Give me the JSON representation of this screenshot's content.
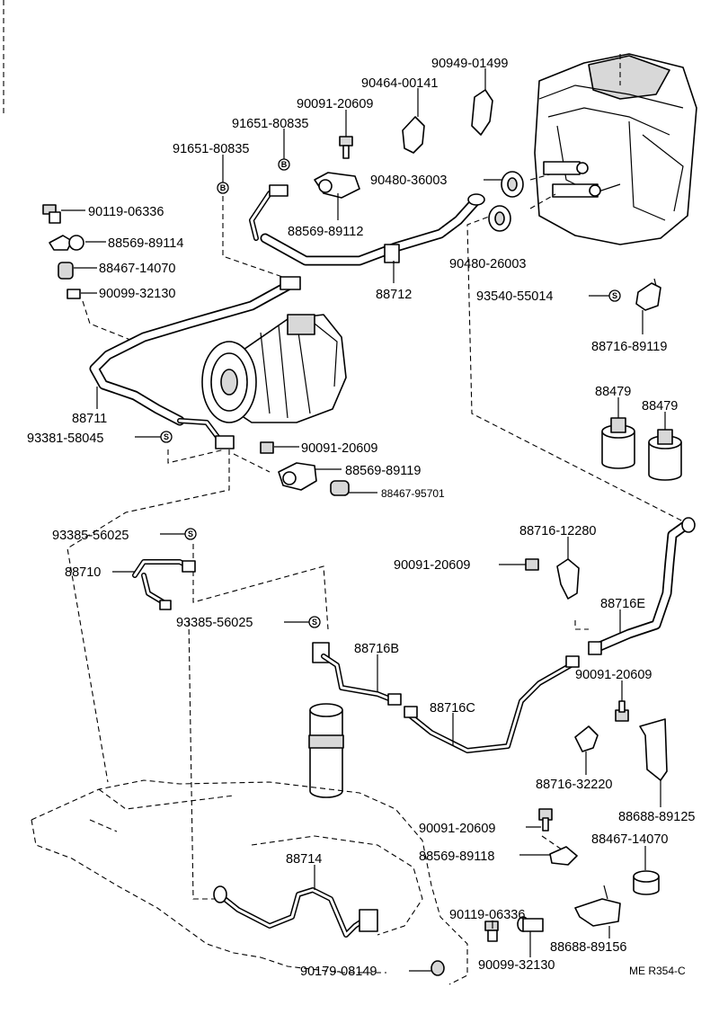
{
  "diagram": {
    "code": "ME R354-C",
    "symbol_s": "S",
    "symbol_b": "B",
    "labels": {
      "p90949_01499": "90949-01499",
      "p90464_00141": "90464-00141",
      "p90091_20609_top": "90091-20609",
      "p91651_80835_a": "91651-80835",
      "p91651_80835_b": "91651-80835",
      "p90119_06336_top": "90119-06336",
      "p88569_89114": "88569-89114",
      "p88467_14070_top": "88467-14070",
      "p90099_32130_top": "90099-32130",
      "p90480_36003": "90480-36003",
      "p88569_89112": "88569-89112",
      "p90480_26003": "90480-26003",
      "p88712": "88712",
      "p93540_55014": "93540-55014",
      "p88716_89119": "88716-89119",
      "p88479_a": "88479",
      "p88479_b": "88479",
      "p88711": "88711",
      "p93381_58045": "93381-58045",
      "p90091_20609_mid": "90091-20609",
      "p88569_89119": "88569-89119",
      "p88467_95701": "88467-95701",
      "p93385_56025_a": "93385-56025",
      "p88710": "88710",
      "p93385_56025_b": "93385-56025",
      "p88716_12280": "88716-12280",
      "p90091_20609_clamp": "90091-20609",
      "p88716E": "88716E",
      "p88716B": "88716B",
      "p88716C": "88716C",
      "p90091_20609_right": "90091-20609",
      "p88716_32220": "88716-32220",
      "p88688_89125": "88688-89125",
      "p90091_20609_low": "90091-20609",
      "p88569_89118": "88569-89118",
      "p88467_14070_low": "88467-14070",
      "p88714": "88714",
      "p90119_06336_low": "90119-06336",
      "p88688_89156": "88688-89156",
      "p90099_32130_low": "90099-32130",
      "p90179_08149": "90179-08149"
    }
  }
}
